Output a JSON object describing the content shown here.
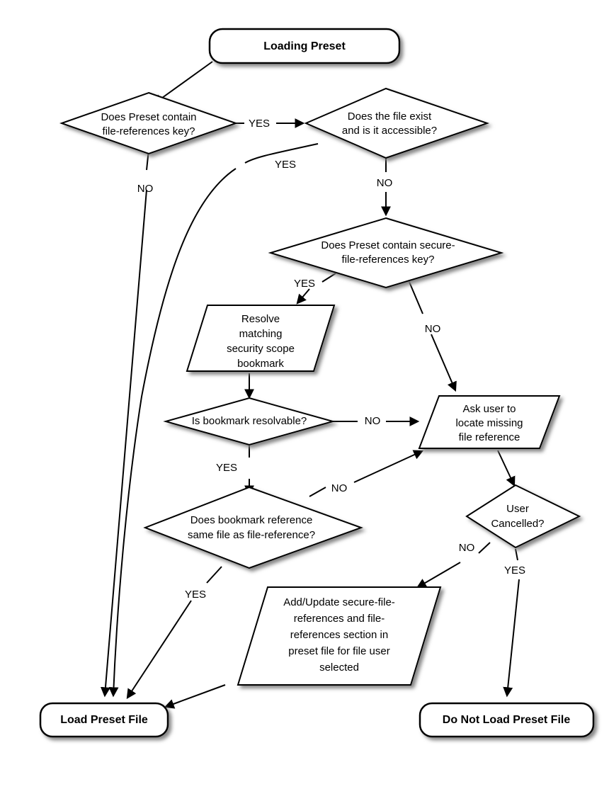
{
  "diagram": {
    "title": "Loading Preset flowchart",
    "colors": {
      "stroke": "#000000",
      "fill": "#ffffff",
      "text": "#000000",
      "shadow": "#9a9a9a"
    },
    "nodes": {
      "start": {
        "label": "Loading Preset",
        "shape": "terminator"
      },
      "d_contains_fileref": {
        "label_line1": "Does Preset contain",
        "label_line2": "file-references key?",
        "shape": "decision"
      },
      "d_file_exists": {
        "label_line1": "Does the file exist",
        "label_line2": "and is it accessible?",
        "shape": "decision"
      },
      "d_contains_securefileref": {
        "label_line1": "Does Preset contain secure-",
        "label_line2": "file-references key?",
        "shape": "decision"
      },
      "p_resolve_bookmark": {
        "label_line1": "Resolve",
        "label_line2": "matching",
        "label_line3": "security scope",
        "label_line4": "bookmark",
        "shape": "process-parallelogram"
      },
      "d_bookmark_resolvable": {
        "label_line1": "Is bookmark resolvable?",
        "shape": "decision"
      },
      "p_ask_user": {
        "label_line1": "Ask user to",
        "label_line2": "locate missing",
        "label_line3": "file reference",
        "shape": "process-parallelogram"
      },
      "d_same_file": {
        "label_line1": "Does bookmark reference",
        "label_line2": "same file as file-reference?",
        "shape": "decision"
      },
      "d_user_cancelled": {
        "label_line1": "User",
        "label_line2": "Cancelled?",
        "shape": "decision"
      },
      "p_add_update": {
        "label_line1": "Add/Update secure-file-",
        "label_line2": "references and file-",
        "label_line3": "references section in",
        "label_line4": "preset file for file user",
        "label_line5": "selected",
        "shape": "process-parallelogram"
      },
      "end_load": {
        "label": "Load Preset File",
        "shape": "terminator"
      },
      "end_no_load": {
        "label": "Do Not Load Preset File",
        "shape": "terminator"
      }
    },
    "edge_labels": {
      "contains_fileref_yes": "YES",
      "contains_fileref_no": "NO",
      "file_exists_yes": "YES",
      "file_exists_no": "NO",
      "secure_yes": "YES",
      "secure_no": "NO",
      "resolvable_no": "NO",
      "resolvable_yes": "YES",
      "same_file_no": "NO",
      "same_file_yes": "YES",
      "cancelled_no": "NO",
      "cancelled_yes": "YES"
    }
  }
}
